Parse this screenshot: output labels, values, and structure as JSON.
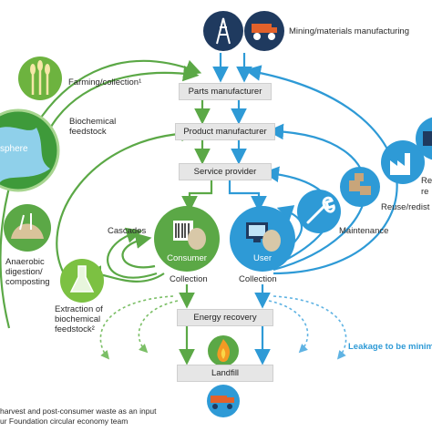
{
  "top": {
    "mining_label": "Mining/materials manufacturing"
  },
  "pipeline": {
    "parts_manufacturer": "Parts manufacturer",
    "product_manufacturer": "Product manufacturer",
    "service_provider": "Service provider",
    "energy_recovery": "Energy recovery",
    "landfill": "Landfill"
  },
  "biological": {
    "farming": "Farming/collection¹",
    "biochemical_feedstock": "Biochemical\nfeedstock",
    "biosphere": "sphere",
    "cascades": "Cascades",
    "anaerobic": "Anaerobic\ndigestion/\ncomposting",
    "extraction": "Extraction of\nbiochemical\nfeedstock²",
    "consumer": "Consumer",
    "collection_left": "Collection"
  },
  "technical": {
    "user": "User",
    "collection_right": "Collection",
    "maintenance": "Maintenance",
    "reuse": "Reuse/redist",
    "refurb_top": "Re",
    "refurb_bottom": "re",
    "leakage": "Leakage to be minim"
  },
  "footnote": {
    "line1": "harvest and post-consumer waste as an input",
    "line2": "ur Foundation circular economy team"
  },
  "colors": {
    "green": "#5ba846",
    "blue": "#2e9ad6",
    "navy": "#1f3a5f",
    "box": "#e6e6e6"
  }
}
